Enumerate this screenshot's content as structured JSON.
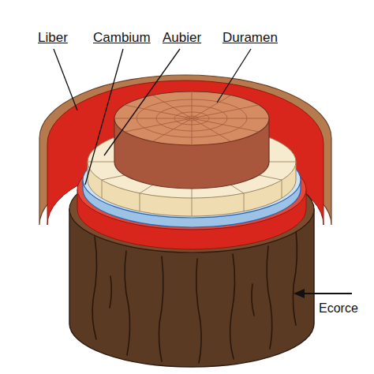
{
  "diagram": {
    "labels": [
      "Liber",
      "Cambium",
      "Aubier",
      "Duramen",
      "Ecorce"
    ]
  }
}
